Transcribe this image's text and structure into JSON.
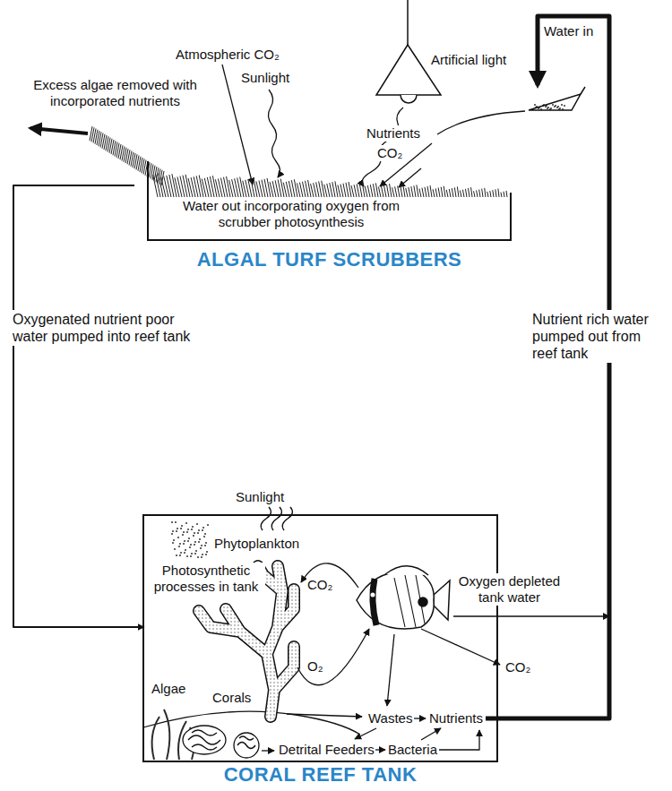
{
  "diagram": {
    "nodes": [
      {
        "text": [
          "ALGAL TURF SCRUBBERS",
          "Water out incorporating oxygen from scrubber photosynthesis"
        ]
      },
      {
        "text": [
          "CORAL REEF TANK"
        ]
      }
    ],
    "edges": [
      {
        "from": 0,
        "to": 1,
        "arrow": "to",
        "label": "Oxygenated nutrient poor water pumped into reef tank"
      },
      {
        "from": 1,
        "to": 0,
        "arrow": "to",
        "label": "Nutrient rich water pumped out from reef tank"
      }
    ],
    "labels": [
      "Atmospheric CO₂",
      "Sunlight",
      "Artificial light",
      "Water in",
      "Excess algae removed with incorporated nutrients",
      "Nutrients",
      "CO₂",
      "Sunlight",
      "Phytoplankton",
      "Photosynthetic processes in tank",
      "CO₂",
      "Oxygen depleted tank water",
      "O₂",
      "CO₂",
      "Algae",
      "Corals",
      "Wastes",
      "Nutrients",
      "Detrital Feeders",
      "Bacteria"
    ]
  }
}
